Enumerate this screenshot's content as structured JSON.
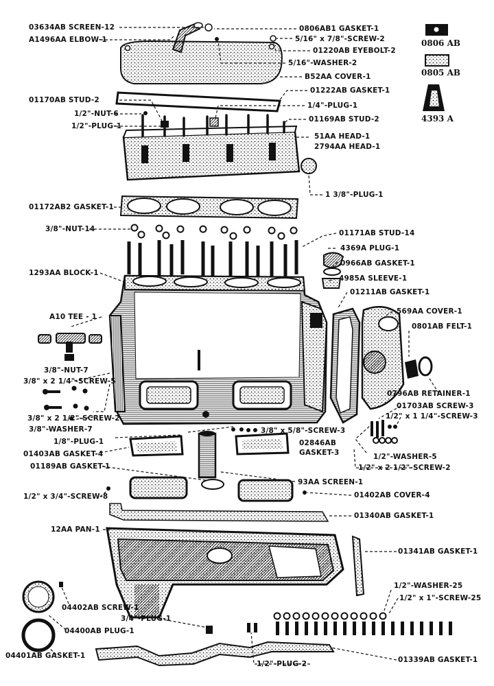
{
  "title": "",
  "reference_icons": [
    {
      "code": "0806 AB",
      "name": "gasket-sample-0806ab"
    },
    {
      "code": "0805 AB",
      "name": "gasket-sample-0805ab"
    },
    {
      "code": "4393 A",
      "name": "gasket-sample-4393a"
    }
  ],
  "labels": {
    "screen_12": "03634AB SCREEN-12",
    "elbow_1": "A1496AA ELBOW-1",
    "gasket_0806": "0806AB1 GASKET-1",
    "screw_5_16": "5/16\" x 7/8\"-SCREW-2",
    "eyebolt": "01220AB EYEBOLT-2",
    "washer_5_16": "5/16\"-WASHER-2",
    "cover_b52": "B52AA COVER-1",
    "stud_01170": "01170AB STUD-2",
    "gasket_01222": "01222AB GASKET-1",
    "nut_6": "1/2\"-NUT-6",
    "plug_1_4": "1/4\"-PLUG-1",
    "plug_1_2_top": "1/2\"-PLUG-1",
    "stud_01169": "01169AB STUD-2",
    "head_51": "51AA HEAD-1",
    "head_2794": "2794AA HEAD-1",
    "plug_1_3_8": "1 3/8\"-PLUG-1",
    "gasket_01172": "01172AB2 GASKET-1",
    "nut_14": "3/8\"-NUT-14",
    "stud_01171": "01171AB STUD-14",
    "plug_4369": "4369A PLUG-1",
    "block": "1293AA BLOCK-1",
    "gasket_0966": "0966AB GASKET-1",
    "sleeve_4985": "4985A SLEEVE-1",
    "gasket_01211": "01211AB GASKET-1",
    "tee": "A10 TEE - 1",
    "cover_569": "569AA COVER-1",
    "felt_0801": "0801AB FELT-1",
    "nut_7": "3/8\"-NUT-7",
    "screw_5": "3/8\" x 2 1/4\"-SCREW-5",
    "retainer": "0796AB RETAINER-1",
    "screw_01703": "01703AB SCREW-3",
    "screw_half_1q": "1/2\" x 1 1/4\"-SCREW-3",
    "screw_3_8_2h": "3/8\" x 2 1/2\"-SCREW-2",
    "washer_3_8": "3/8\"-WASHER-7",
    "screw_3_8_5_8": "3/8\" x 5/8\"-SCREW-3",
    "plug_1_8": "1/8\"-PLUG-1",
    "gasket_02846a": "02846AB",
    "gasket_02846b": "GASKET-3",
    "gasket_01403": "01403AB GASKET-4",
    "washer_5": "1/2\"-WASHER-5",
    "screw_half_2h": "1/2\" x 2 1/2\"-SCREW-2",
    "gasket_01189": "01189AB GASKET-1",
    "screen_93": "93AA SCREEN-1",
    "screw_8": "1/2\" x 3/4\"-SCREW-8",
    "cover_01402": "01402AB COVER-4",
    "gasket_01340": "01340AB GASKET-1",
    "pan": "12AA PAN-1",
    "gasket_01341": "01341AB GASKET-1",
    "washer_25": "1/2\"-WASHER-25",
    "screw_25": "1/2\" x 1\"-SCREW-25",
    "screw_04402": "04402AB SCREW-1",
    "plug_3_4": "3/4\"-PLUG-1",
    "plug_04400": "04400AB PLUG-1",
    "gasket_04401": "04401AB GASKET-1",
    "plug_half_2": "1/2\"-PLUG-2",
    "gasket_01339": "01339AB GASKET-1"
  }
}
